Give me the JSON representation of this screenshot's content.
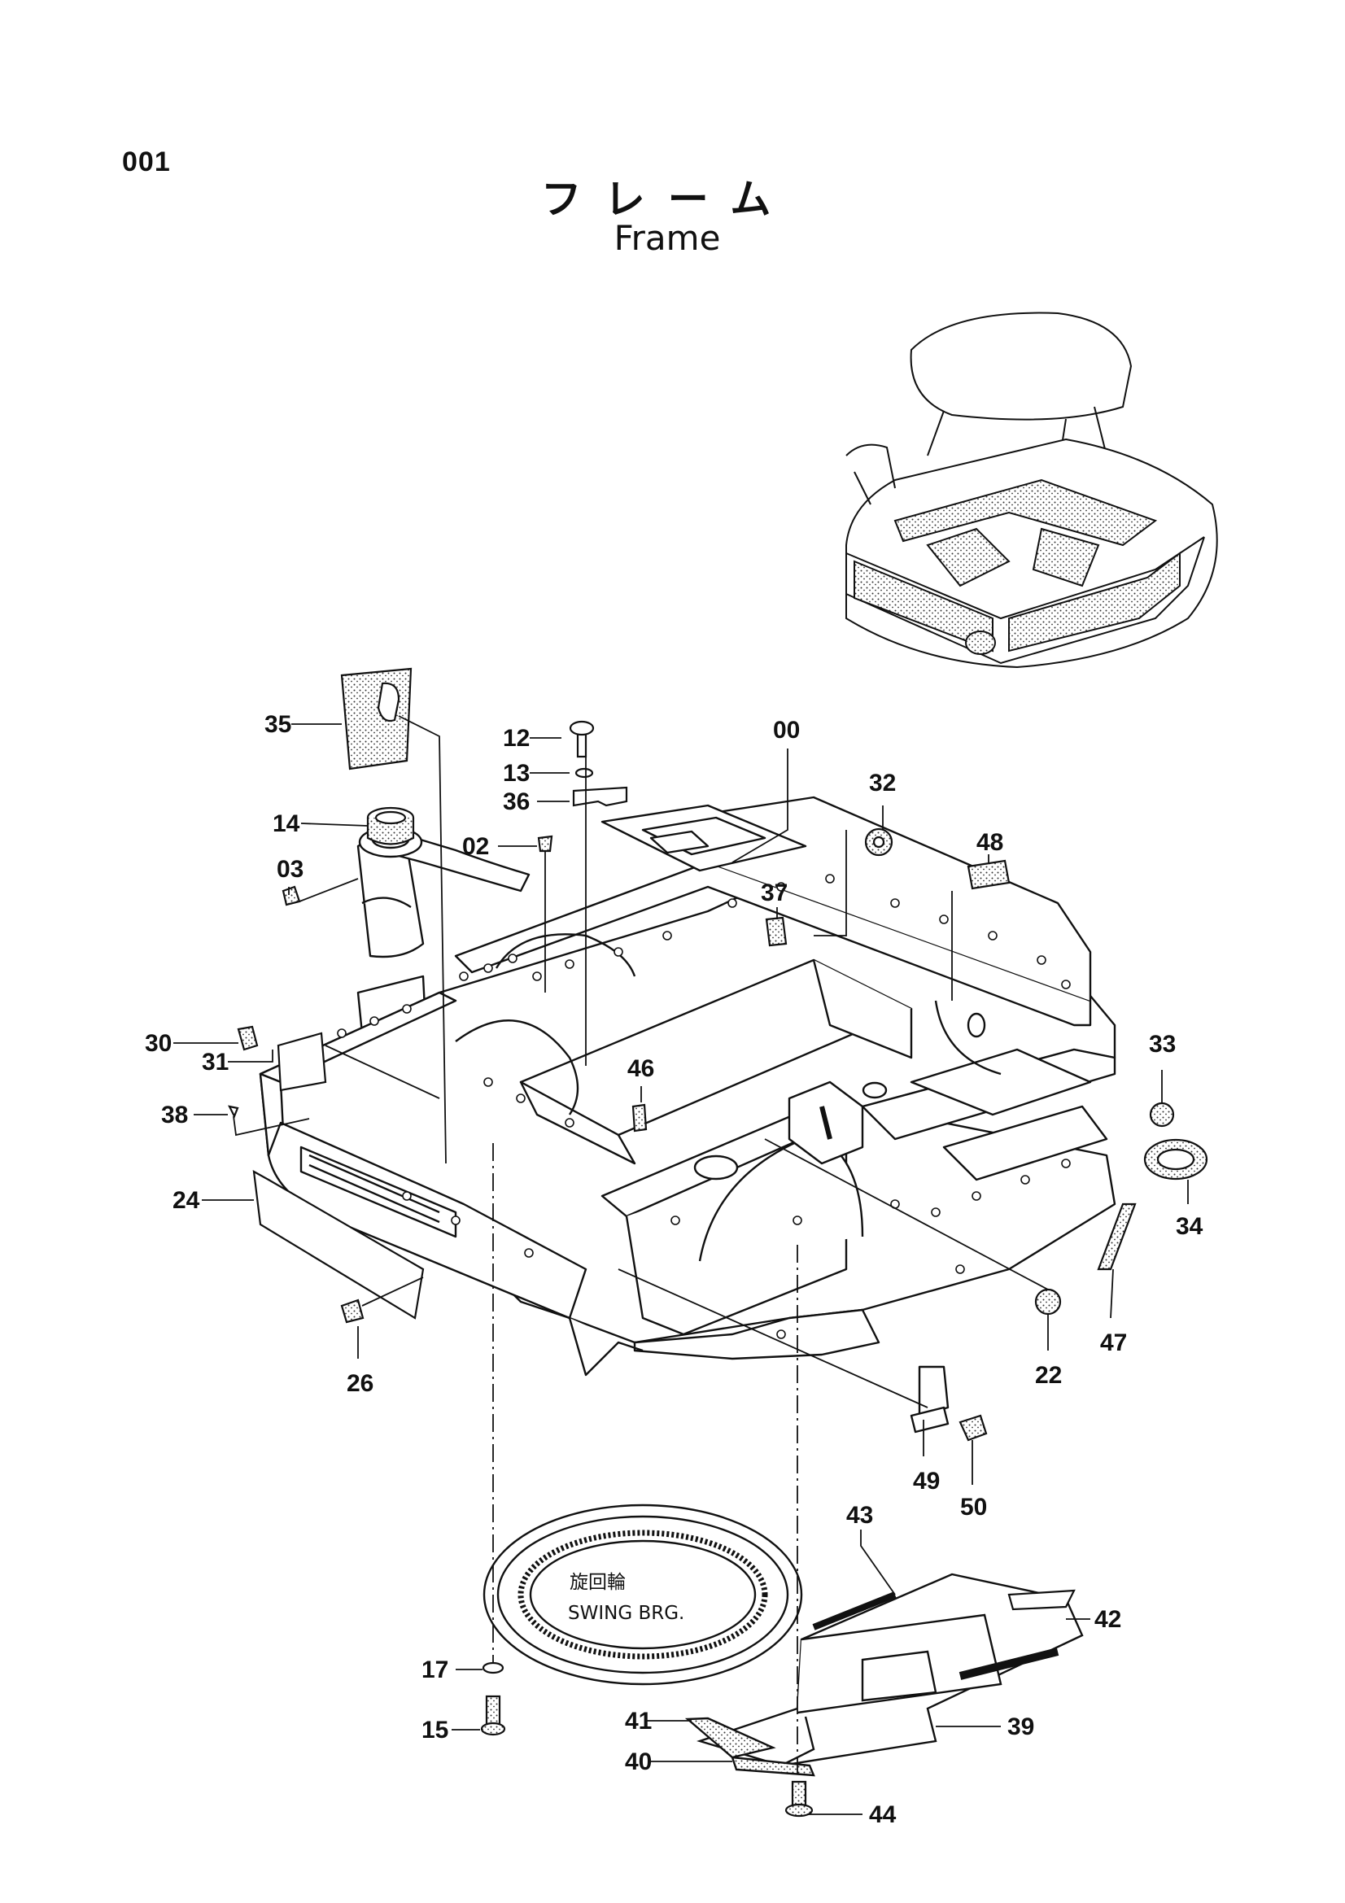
{
  "page_number": "001",
  "title_jp": "フレーム",
  "title_en": "Frame",
  "swing_bearing": {
    "label_jp": "旋回輪",
    "label_en": "SWING BRG."
  },
  "callouts": {
    "c00": "00",
    "c02": "02",
    "c03": "03",
    "c12": "12",
    "c13": "13",
    "c14": "14",
    "c15": "15",
    "c17": "17",
    "c22": "22",
    "c24": "24",
    "c26": "26",
    "c30": "30",
    "c31": "31",
    "c32": "32",
    "c33": "33",
    "c34": "34",
    "c35": "35",
    "c36": "36",
    "c37": "37",
    "c38": "38",
    "c39": "39",
    "c40": "40",
    "c41": "41",
    "c42": "42",
    "c43": "43",
    "c44": "44",
    "c46": "46",
    "c47": "47",
    "c48": "48",
    "c49": "49",
    "c50": "50"
  }
}
